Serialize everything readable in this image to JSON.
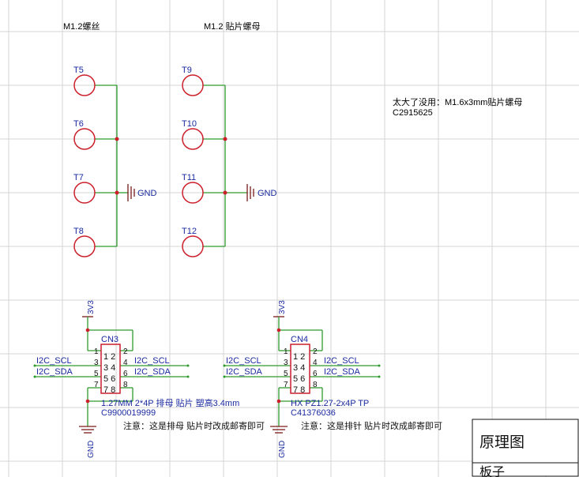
{
  "colors": {
    "background": "#ffffff",
    "grid": "#d4d4d4",
    "wire": "#2e9a2e",
    "component": "#cc1f2a",
    "net_label": "#1a2aa0",
    "ground": "#7a1a1a",
    "text": "#111111",
    "junction": "#cc1f2a"
  },
  "headings": {
    "screws": "M1.2螺丝",
    "smd_nuts": "M1.2 贴片螺母"
  },
  "note_unused": {
    "line1": "太大了没用：M1.6x3mm贴片螺母",
    "line2": "C2915625"
  },
  "test_points": {
    "left": [
      "T5",
      "T6",
      "T7",
      "T8"
    ],
    "right": [
      "T9",
      "T10",
      "T11",
      "T12"
    ]
  },
  "ground_label": "GND",
  "power_label": "3V3",
  "connectors": [
    {
      "designator": "CN3",
      "pins_left": [
        "1",
        "3",
        "5",
        "7"
      ],
      "pins_right": [
        "2",
        "4",
        "6",
        "8"
      ],
      "body_rows": [
        "1 2",
        "3 4",
        "5 6",
        "7 8"
      ],
      "net_scl": "I2C_SCL",
      "net_sda": "I2C_SDA",
      "value": "1.27MM 2*4P 排母 贴片 塑高3.4mm",
      "part_no": "C9900019999",
      "note": "注意：这是排母 贴片时改成邮寄即可"
    },
    {
      "designator": "CN4",
      "pins_left": [
        "1",
        "3",
        "5",
        "7"
      ],
      "pins_right": [
        "2",
        "4",
        "6",
        "8"
      ],
      "body_rows": [
        "1 2",
        "3 4",
        "5 6",
        "7 8"
      ],
      "net_scl": "I2C_SCL",
      "net_sda": "I2C_SDA",
      "value": "HX PZ1.27-2x4P TP",
      "part_no": "C41376036",
      "note": "注意：这是排针 贴片时改成邮寄即可"
    }
  ],
  "title_block": {
    "title": "原理图",
    "sub": "板子"
  }
}
